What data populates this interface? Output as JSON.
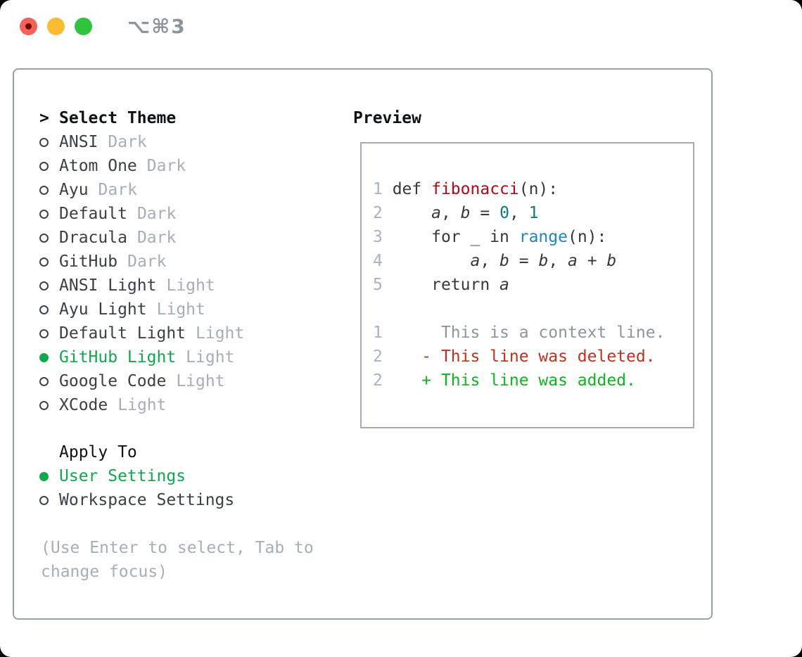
{
  "window": {
    "title": "⌥⌘3",
    "traffic_lights": [
      "close",
      "minimize",
      "zoom"
    ]
  },
  "theme_picker": {
    "header": {
      "marker": ">",
      "label": "Select Theme"
    },
    "items": [
      {
        "name": "ANSI",
        "tag": "Dark",
        "selected": false
      },
      {
        "name": "Atom One",
        "tag": "Dark",
        "selected": false
      },
      {
        "name": "Ayu",
        "tag": "Dark",
        "selected": false
      },
      {
        "name": "Default",
        "tag": "Dark",
        "selected": false
      },
      {
        "name": "Dracula",
        "tag": "Dark",
        "selected": false
      },
      {
        "name": "GitHub",
        "tag": "Dark",
        "selected": false
      },
      {
        "name": "ANSI Light",
        "tag": "Light",
        "selected": false
      },
      {
        "name": "Ayu Light",
        "tag": "Light",
        "selected": false
      },
      {
        "name": "Default Light",
        "tag": "Light",
        "selected": false
      },
      {
        "name": "GitHub Light",
        "tag": "Light",
        "selected": true
      },
      {
        "name": "Google Code",
        "tag": "Light",
        "selected": false
      },
      {
        "name": "XCode",
        "tag": "Light",
        "selected": false
      }
    ],
    "apply_to": {
      "label": "Apply To",
      "options": [
        {
          "name": "User Settings",
          "selected": true
        },
        {
          "name": "Workspace Settings",
          "selected": false
        }
      ]
    },
    "hint": "(Use Enter to select, Tab to change focus)"
  },
  "preview": {
    "title": "Preview",
    "code_lines": [
      {
        "no": "1",
        "segs": [
          {
            "t": " def ",
            "c": "pln"
          },
          {
            "t": "fibonacci",
            "c": "fn"
          },
          {
            "t": "(n):",
            "c": "pln"
          }
        ]
      },
      {
        "no": "2",
        "segs": [
          {
            "t": "     ",
            "c": "pln"
          },
          {
            "t": "a",
            "c": "var"
          },
          {
            "t": ", ",
            "c": "pln"
          },
          {
            "t": "b",
            "c": "var"
          },
          {
            "t": " = ",
            "c": "pln"
          },
          {
            "t": "0",
            "c": "num"
          },
          {
            "t": ", ",
            "c": "pln"
          },
          {
            "t": "1",
            "c": "num"
          }
        ]
      },
      {
        "no": "3",
        "segs": [
          {
            "t": "     for _ in ",
            "c": "pln"
          },
          {
            "t": "range",
            "c": "blue"
          },
          {
            "t": "(n):",
            "c": "pln"
          }
        ]
      },
      {
        "no": "4",
        "segs": [
          {
            "t": "         ",
            "c": "pln"
          },
          {
            "t": "a",
            "c": "var"
          },
          {
            "t": ", ",
            "c": "pln"
          },
          {
            "t": "b",
            "c": "var"
          },
          {
            "t": " = ",
            "c": "pln"
          },
          {
            "t": "b",
            "c": "var"
          },
          {
            "t": ", ",
            "c": "pln"
          },
          {
            "t": "a",
            "c": "var"
          },
          {
            "t": " + ",
            "c": "pln"
          },
          {
            "t": "b",
            "c": "var"
          }
        ]
      },
      {
        "no": "5",
        "segs": [
          {
            "t": "     return ",
            "c": "pln"
          },
          {
            "t": "a",
            "c": "var"
          }
        ]
      },
      {
        "no": "",
        "segs": []
      },
      {
        "no": "1",
        "segs": [
          {
            "t": "      This is a context line.",
            "c": "ctx"
          }
        ]
      },
      {
        "no": "2",
        "segs": [
          {
            "t": "    - This line was deleted.",
            "c": "del"
          }
        ]
      },
      {
        "no": "2",
        "segs": [
          {
            "t": "    + This line was added.",
            "c": "add"
          }
        ]
      }
    ]
  },
  "colors": {
    "lightRed": "#f4605a",
    "lightRedDot": "#6e0c05",
    "lightYellow": "#fabc30",
    "lightGreen": "#2ec43e",
    "titleGray": "#8d949d",
    "panelBorder": "#99a1ab",
    "previewBorder": "#a5abb5",
    "headerBlack": "#101316",
    "nameDark": "#3a4046",
    "tagGray": "#a5aeba",
    "radioStroke": "#3c434b",
    "selGreen": "#0ea84e",
    "lineno": "#a8b3c0",
    "codePlain": "#33393f",
    "codeFunc": "#ab0c17",
    "codeNum": "#0c7b80",
    "codeCall": "#1e86c0",
    "diffCtx": "#8e959c",
    "diffDel": "#c0301f",
    "diffAdd": "#12b322"
  }
}
